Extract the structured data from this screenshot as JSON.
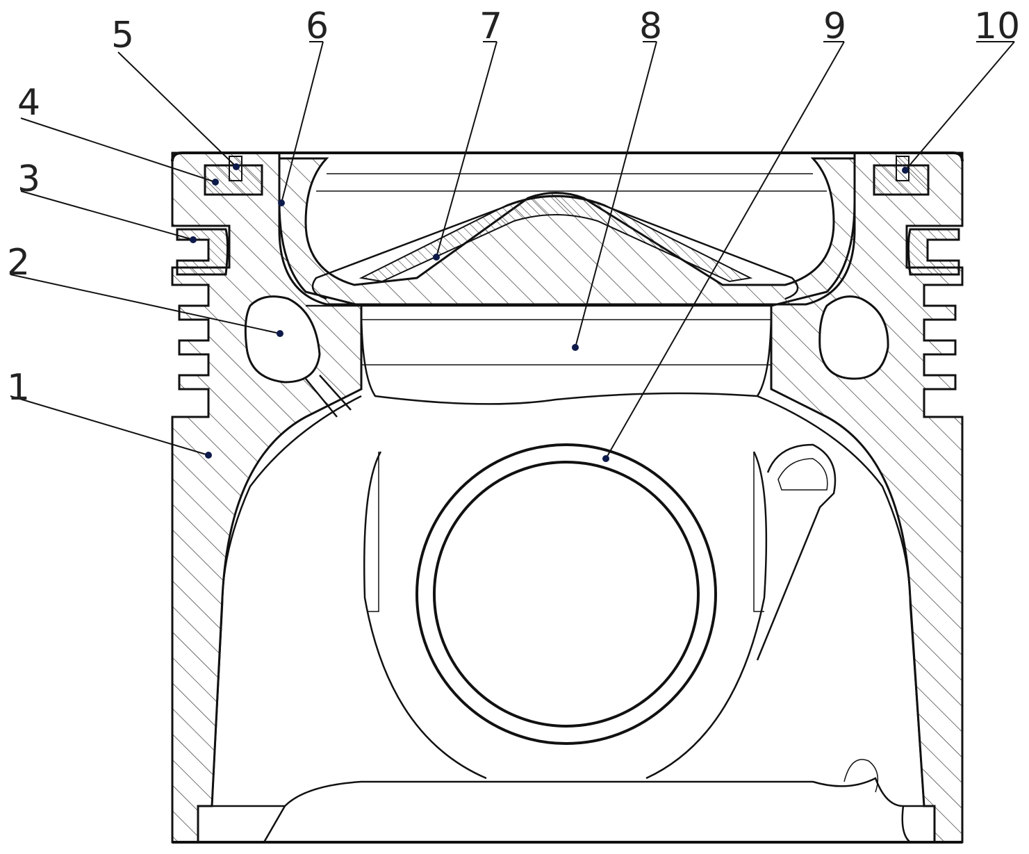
{
  "figure": {
    "labels": [
      "1",
      "2",
      "3",
      "4",
      "5",
      "6",
      "7",
      "8",
      "9",
      "10"
    ]
  },
  "colors": {
    "line": "#111111",
    "point": "#0d1a4a",
    "background": "#ffffff"
  }
}
